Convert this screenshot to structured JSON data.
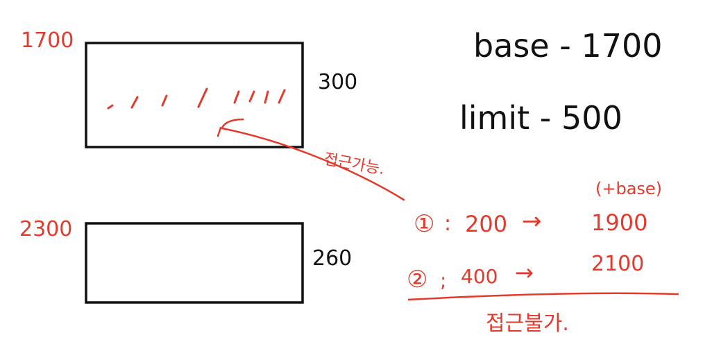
{
  "colors": {
    "ink": "#111111",
    "pen": "#e23a2c",
    "background": "#ffffff"
  },
  "top_block": {
    "address": "1700",
    "size": "300"
  },
  "bottom_block": {
    "address": "2300",
    "size": "260"
  },
  "registers": {
    "base": "base - 1700",
    "limit": "limit - 500"
  },
  "note_accessible": "접근가능.",
  "offset_header": "(+base)",
  "offsets": [
    {
      "marker": "①",
      "sep": ":",
      "value": "200",
      "arrow": "→",
      "result": "1900"
    },
    {
      "marker": "②",
      "sep": ";",
      "value": "400",
      "arrow": "→",
      "result": "2100"
    }
  ],
  "note_denied": "접근불가."
}
